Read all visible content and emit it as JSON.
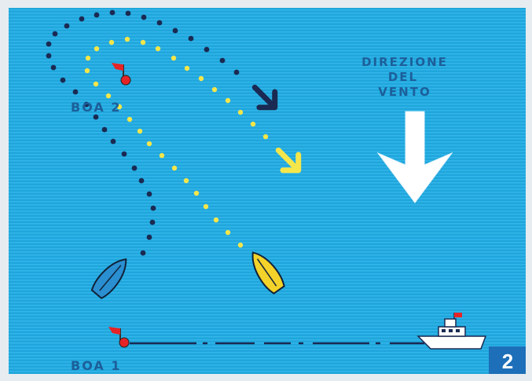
{
  "colors": {
    "water": "#1fa6dc",
    "stripe": "#2bb3e8",
    "frame": "#dde6ec",
    "dark_path": "#1a2a52",
    "yellow_path": "#f5e64a",
    "label": "#1c5f9a",
    "wind_arrow": "#ffffff",
    "badge": "#1c6fb8",
    "buoy": "#e52427"
  },
  "labels": {
    "buoy2": "BOA 2",
    "buoy1": "BOA 1",
    "wind_line1": "DIREZIONE",
    "wind_line2": "DEL",
    "wind_line3": "VENTO",
    "badge": "2"
  },
  "icons": {
    "wind": "down-arrow-icon",
    "dark_arrow": "dark-arrow-icon",
    "yellow_arrow": "yellow-arrow-icon",
    "buoy": "buoy-flag-icon",
    "committee_boat": "motorboat-icon",
    "boat": "sailboat-icon"
  }
}
